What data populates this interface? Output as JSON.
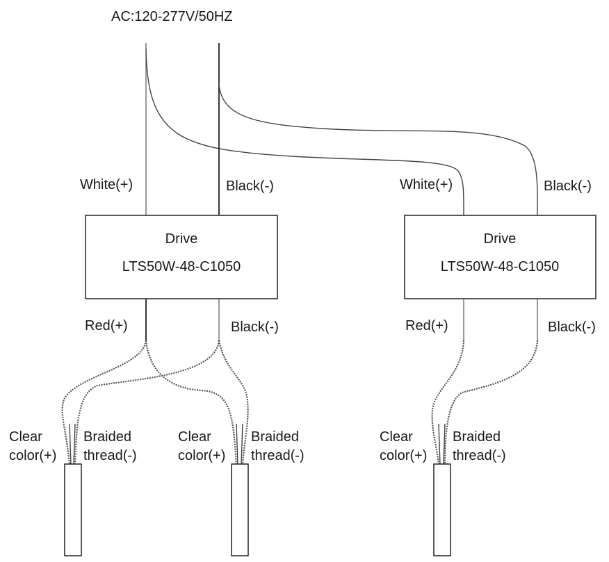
{
  "diagram": {
    "supply_label": "AC:120-277V/50HZ",
    "drivers": [
      {
        "title": "Drive",
        "model": "LTS50W-48-C1050",
        "input_labels": [
          "White(+)",
          "Black(-)"
        ],
        "output_labels": [
          "Red(+)",
          "Black(-)"
        ]
      },
      {
        "title": "Drive",
        "model": "LTS50W-48-C1050",
        "input_labels": [
          "White(+)",
          "Black(-)"
        ],
        "output_labels": [
          "Red(+)",
          "Black(-)"
        ]
      }
    ],
    "strips": [
      {
        "left_label": [
          "Clear",
          "color(+)"
        ],
        "right_label": [
          "Braided",
          "thread(-)"
        ]
      },
      {
        "left_label": [
          "Clear",
          "color(+)"
        ],
        "right_label": [
          "Braided",
          "thread(-)"
        ]
      },
      {
        "left_label": [
          "Clear",
          "color(+)"
        ],
        "right_label": [
          "Braided",
          "thread(-)"
        ]
      }
    ]
  }
}
